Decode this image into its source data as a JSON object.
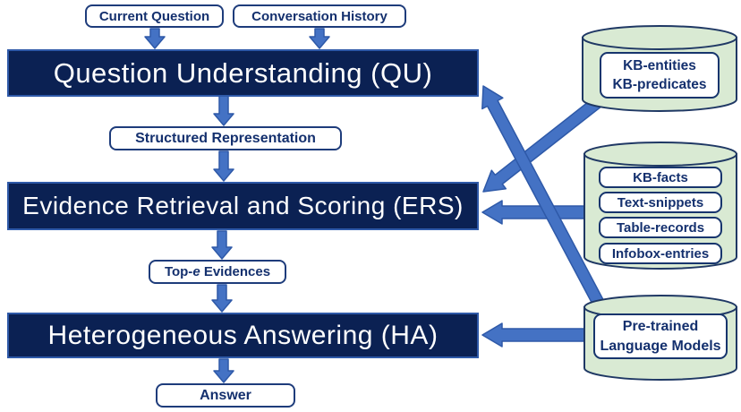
{
  "inputs": {
    "current_question": "Current Question",
    "conversation_history": "Conversation History"
  },
  "stages": {
    "qu": "Question Understanding (QU)",
    "ers": "Evidence Retrieval and Scoring (ERS)",
    "ha": "Heterogeneous Answering (HA)"
  },
  "intermediate": {
    "structured_representation": "Structured Representation",
    "top_e_prefix": "Top-",
    "top_e_var": "e",
    "top_e_suffix": " Evidences",
    "answer": "Answer"
  },
  "sources": {
    "kb_store": {
      "items": [
        "KB-entities",
        "KB-predicates"
      ]
    },
    "evidence_store": {
      "items": [
        "KB-facts",
        "Text-snippets",
        "Table-records",
        "Infobox-entries"
      ]
    },
    "plm_store": {
      "items": [
        "Pre-trained",
        "Language Models"
      ]
    }
  },
  "connections": [
    "kb-store to ers",
    "evidence-store to ers",
    "plm-store to qu",
    "plm-store to ha"
  ],
  "colors": {
    "bar_fill": "#0b2153",
    "bar_border": "#2e59a8",
    "arrow_fill": "#4472c4",
    "arrow_stroke": "#2e59a8",
    "cylinder_fill": "#d9ead3",
    "cylinder_border": "#1f3864",
    "label_text": "#14306e",
    "label_border": "#1e3c7b"
  }
}
